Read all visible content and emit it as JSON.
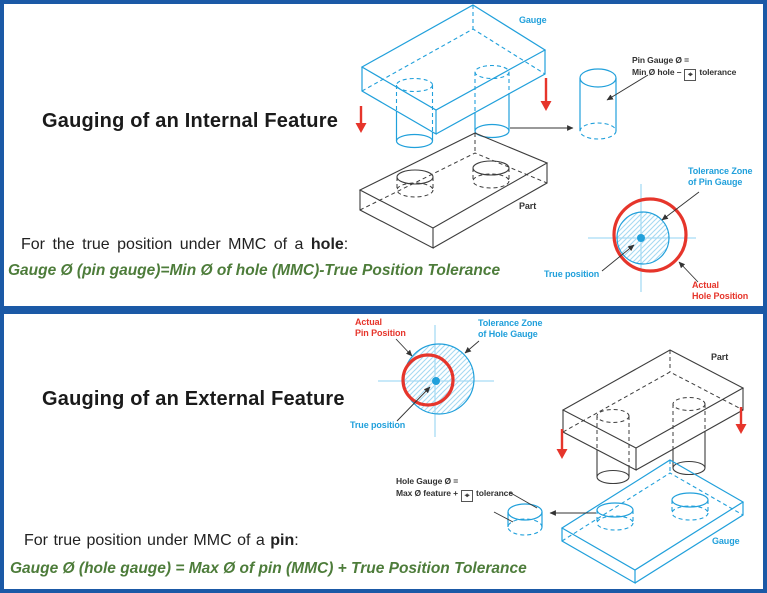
{
  "colors": {
    "border": "#1B59A6",
    "blue": "#21A0DB",
    "light_blue": "#A8DCF5",
    "red": "#E6352B",
    "green": "#4D7C3A",
    "ink": "#1A1A1A",
    "line": "#3D3D3D"
  },
  "internal": {
    "title": "Gauging of an Internal Feature",
    "statement": {
      "prefix": "For the true position under MMC of a ",
      "emphasis": "hole",
      "suffix": ":"
    },
    "formula": "Gauge Ø (pin gauge)=Min Ø of hole (MMC)-True Position Tolerance",
    "labels": {
      "gauge": "Gauge",
      "part": "Part",
      "pin_gauge_eq_line1": "Pin Gauge Ø =",
      "pin_gauge_eq_line2_pre": "Min Ø hole –",
      "tolerance_symbol": "⌖",
      "pin_gauge_eq_line2_post": "tolerance",
      "tolerance_zone_line1": "Tolerance Zone",
      "tolerance_zone_line2": "of Pin Gauge",
      "true_position": "True position",
      "actual_line1": "Actual",
      "actual_line2": "Hole Position"
    }
  },
  "external": {
    "title": "Gauging of an External Feature",
    "statement": {
      "prefix": "For true position under MMC of a ",
      "emphasis": "pin",
      "suffix": ":"
    },
    "formula": "Gauge Ø (hole gauge) = Max Ø of pin (MMC) + True Position Tolerance",
    "labels": {
      "gauge": "Gauge",
      "part": "Part",
      "hole_gauge_eq_line1": "Hole Gauge Ø =",
      "hole_gauge_eq_line2_pre": "Max Ø feature +",
      "tolerance_symbol": "⌖",
      "hole_gauge_eq_line2_post": "tolerance",
      "tolerance_zone_line1": "Tolerance Zone",
      "tolerance_zone_line2": "of Hole Gauge",
      "true_position": "True position",
      "actual_line1": "Actual",
      "actual_line2": "Pin Position"
    }
  }
}
